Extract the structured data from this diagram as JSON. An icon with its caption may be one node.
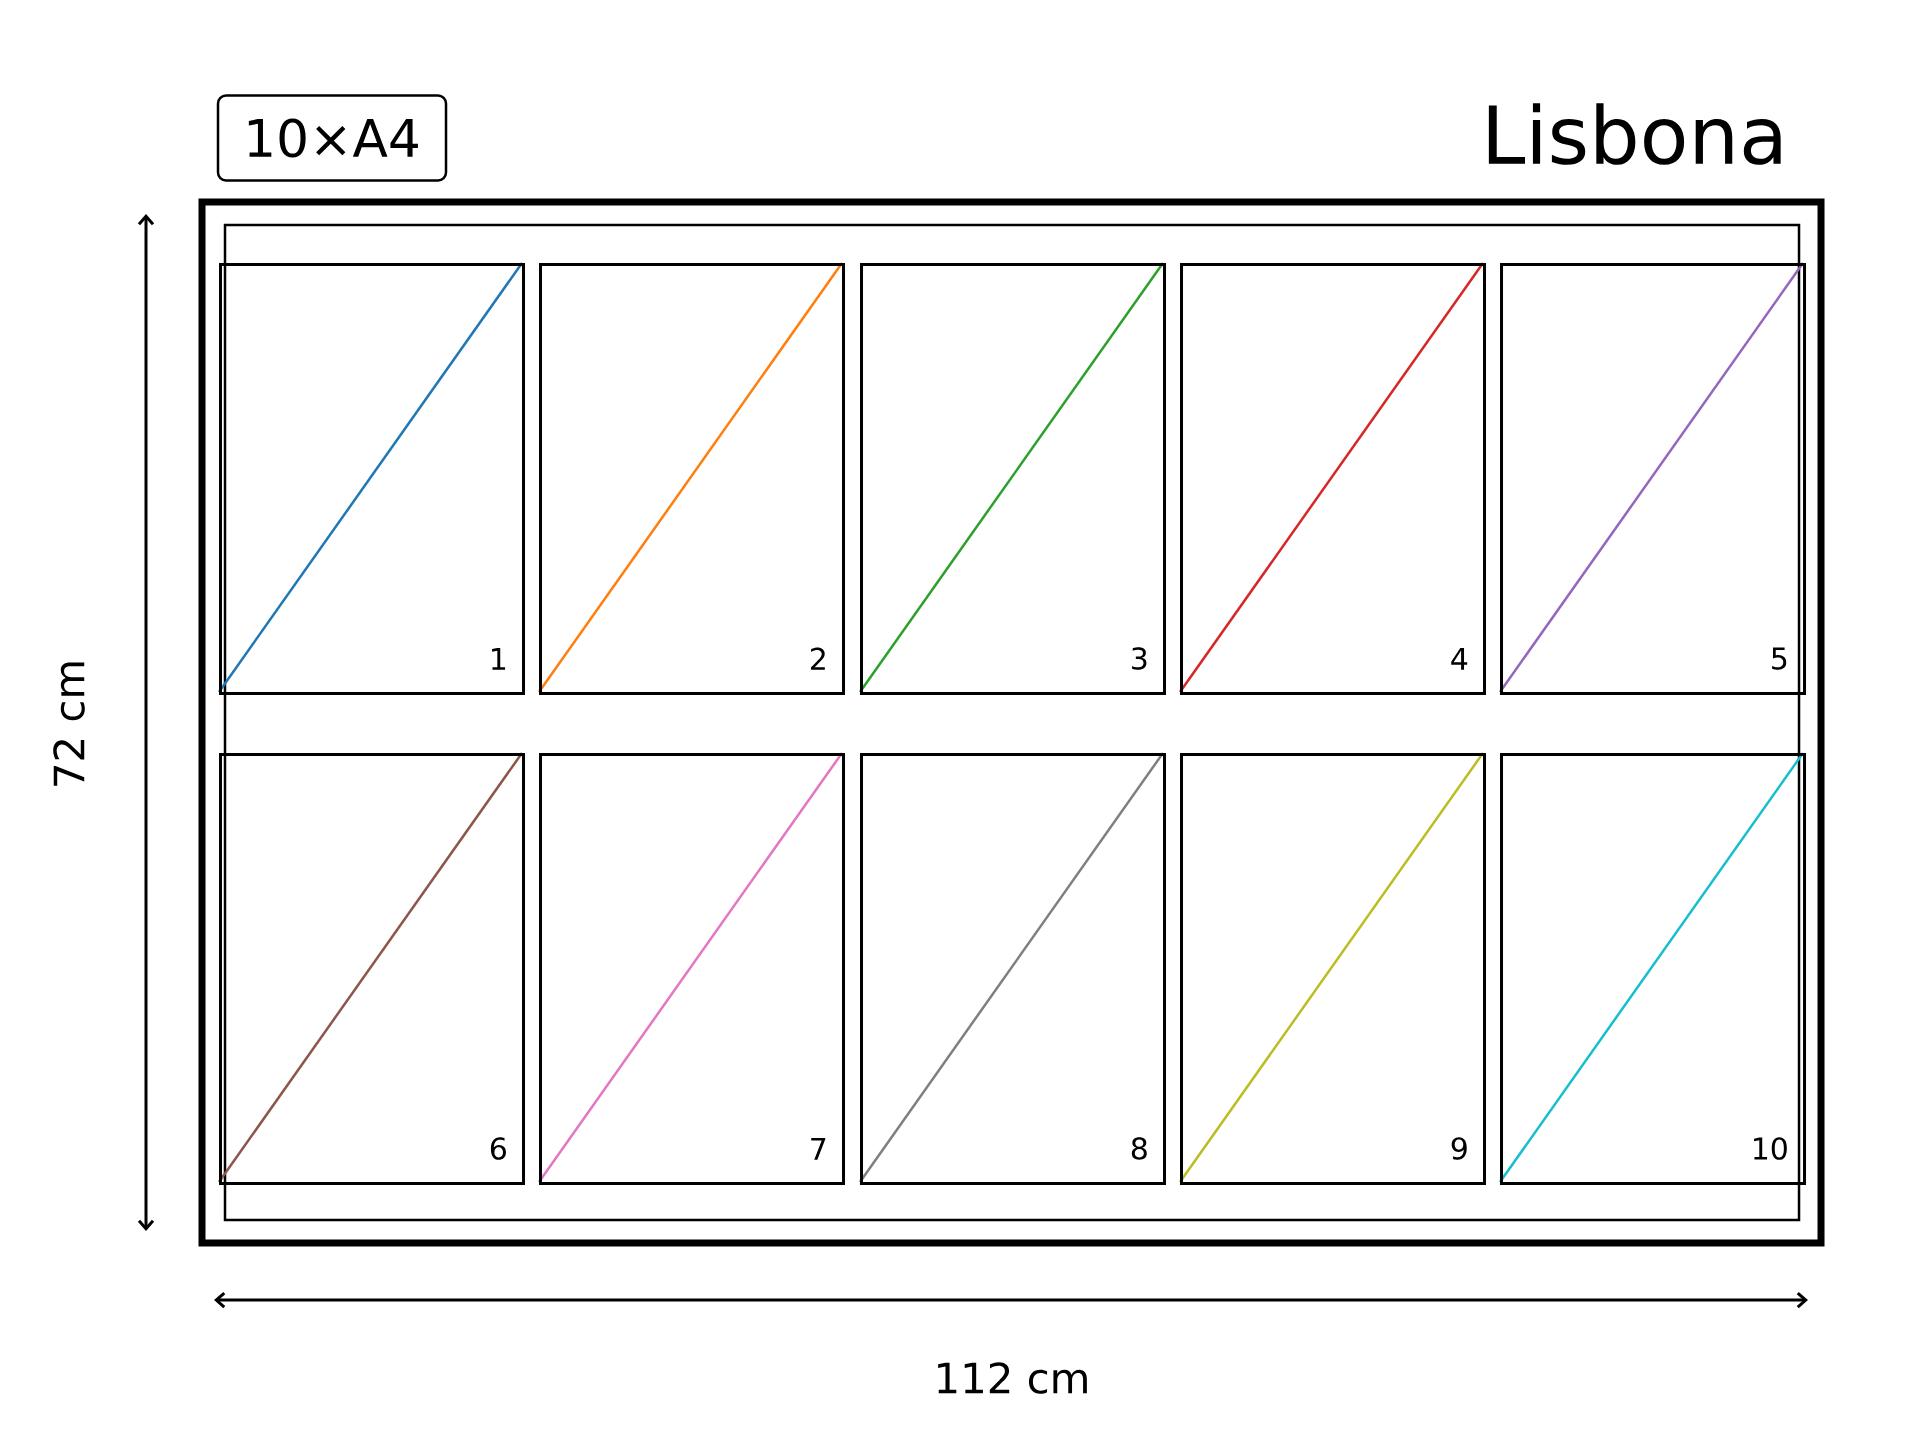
{
  "diagram": {
    "title": "Lisbona",
    "nodes": [
      {
        "text": [
          "10×A4"
        ]
      },
      {
        "text": [
          "1"
        ]
      },
      {
        "text": [
          "2"
        ]
      },
      {
        "text": [
          "3"
        ]
      },
      {
        "text": [
          "4"
        ]
      },
      {
        "text": [
          "5"
        ]
      },
      {
        "text": [
          "6"
        ]
      },
      {
        "text": [
          "7"
        ]
      },
      {
        "text": [
          "8"
        ]
      },
      {
        "text": [
          "9"
        ]
      },
      {
        "text": [
          "10"
        ]
      }
    ],
    "labels": [
      "72 cm",
      "112 cm"
    ]
  }
}
